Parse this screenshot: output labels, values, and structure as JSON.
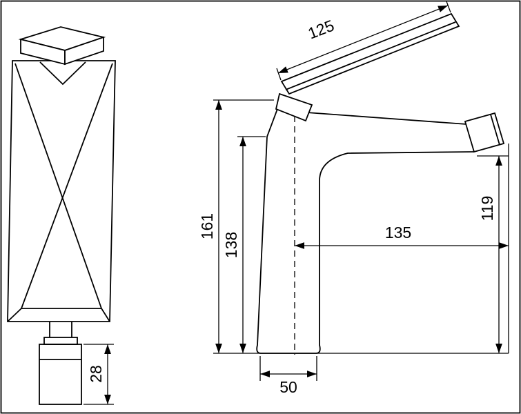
{
  "drawing": {
    "background_color": "#ffffff",
    "line_color": "#000000",
    "dimensions": {
      "handle_length": "125",
      "overall_height": "161",
      "body_height": "138",
      "spout_reach": "135",
      "outlet_height": "119",
      "base_depth": "50",
      "aerator_height": "28"
    }
  }
}
